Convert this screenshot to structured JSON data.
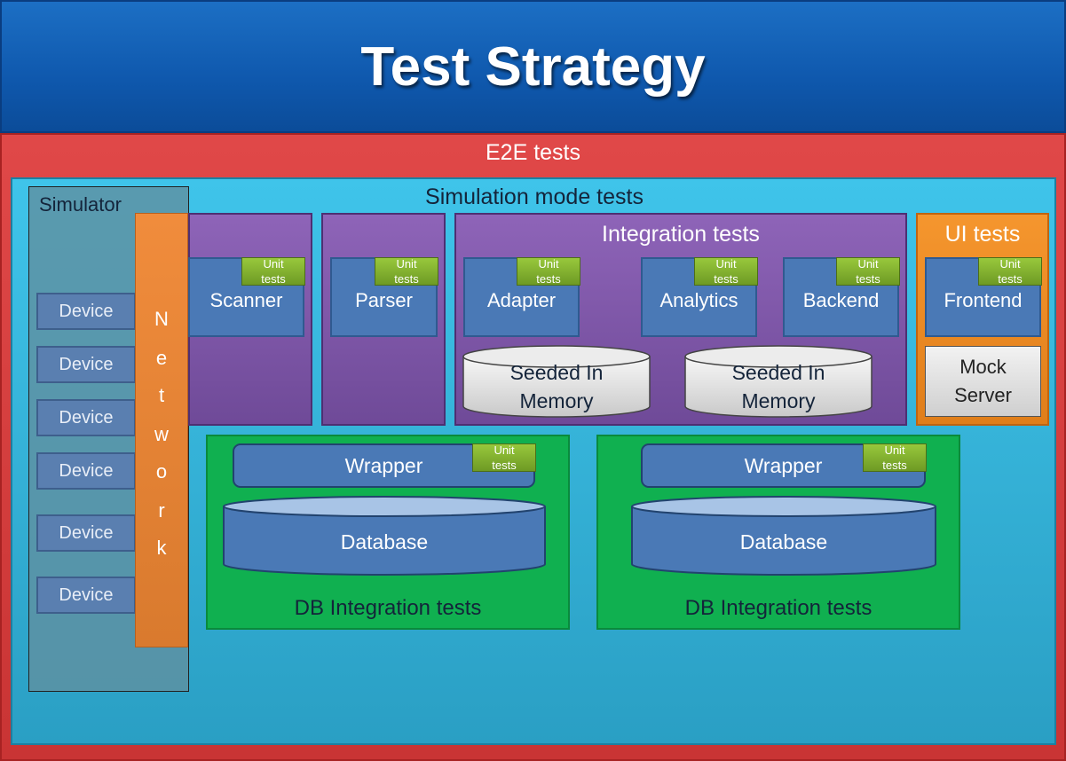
{
  "title": "Test Strategy",
  "e2e_label": "E2E tests",
  "simulation_label": "Simulation mode tests",
  "simulator": {
    "label": "Simulator",
    "devices": [
      "Device",
      "Device",
      "Device",
      "Device",
      "Device",
      "Device"
    ]
  },
  "network": {
    "letters": [
      "N",
      "e",
      "t",
      "w",
      "o",
      "r",
      "k"
    ]
  },
  "components": {
    "scanner": "Scanner",
    "parser": "Parser",
    "adapter": "Adapter",
    "analytics": "Analytics",
    "backend": "Backend",
    "frontend": "Frontend"
  },
  "unit_tests": {
    "line1": "Unit",
    "line2": "tests"
  },
  "integration_label": "Integration tests",
  "seeded": {
    "line1": "Seeded In",
    "line2": "Memory"
  },
  "ui_tests_label": "UI tests",
  "mock_server": {
    "line1": "Mock",
    "line2": "Server"
  },
  "db_integration": {
    "label": "DB Integration tests",
    "wrapper": "Wrapper",
    "database": "Database"
  },
  "colors": {
    "title_bar": "#0f58ad",
    "e2e": "#d84040",
    "simulation": "#34b4dc",
    "component": "#4a79b6",
    "purple": "#7e57aa",
    "green": "#10b050",
    "orange": "#f08c2e",
    "unit_tests": "#86b42e"
  }
}
